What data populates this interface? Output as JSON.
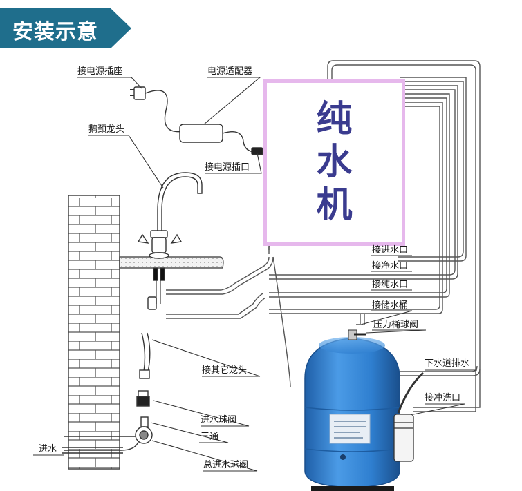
{
  "banner": {
    "title": "安装示意"
  },
  "box": {
    "title": "纯水机"
  },
  "labels": {
    "power_socket": "接电源插座",
    "power_adapter": "电源适配器",
    "gooseneck_faucet": "鹅颈龙头",
    "power_port": "接电源插口",
    "water_inlet_port": "接进水口",
    "clean_water_port": "接净水口",
    "pure_water_port": "接纯水口",
    "storage_tank_port": "接储水桶",
    "tank_ball_valve": "压力桶球阀",
    "sewer_drain": "下水道排水",
    "flush_port": "接冲洗口",
    "other_faucet": "接其它龙头",
    "inlet_ball_valve": "进水球阀",
    "tee": "三通",
    "main_inlet_valve": "总进水球阀",
    "water_in": "进水"
  },
  "colors": {
    "banner": "#1f6e8c",
    "box_border": "#e6b8ec",
    "box_text": "#3a3b8f",
    "tank_blue": "#2f7fd0",
    "tube": "#555555"
  }
}
